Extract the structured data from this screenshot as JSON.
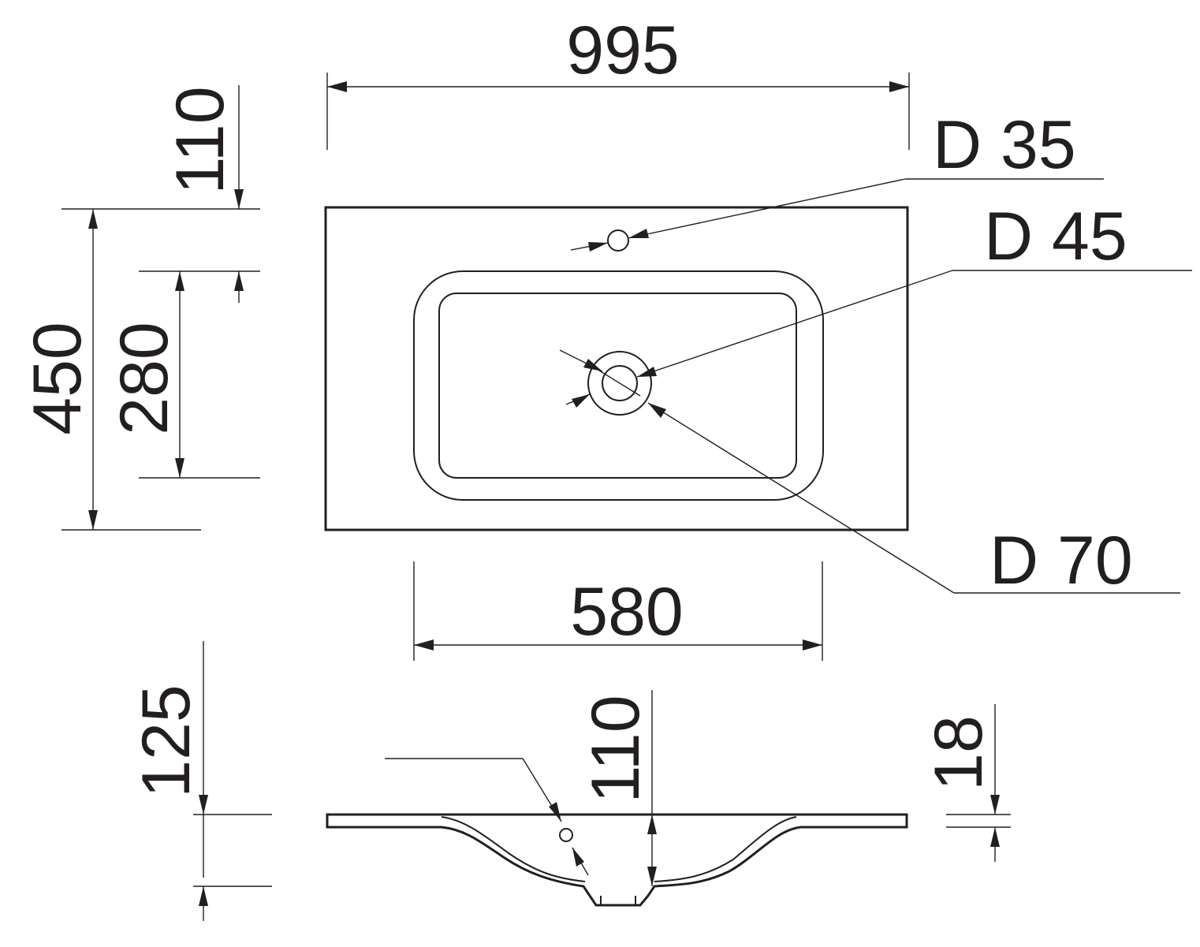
{
  "dimensions": {
    "overall_width": "995",
    "top_offset": "110",
    "overall_depth": "450",
    "bowl_depth": "280",
    "bowl_width": "580",
    "section_height": "125",
    "bowl_height": "110",
    "deck_thickness": "18"
  },
  "holes": {
    "tap_hole": "D 35",
    "drain_inner": "D 45",
    "drain_outer": "D 70"
  }
}
